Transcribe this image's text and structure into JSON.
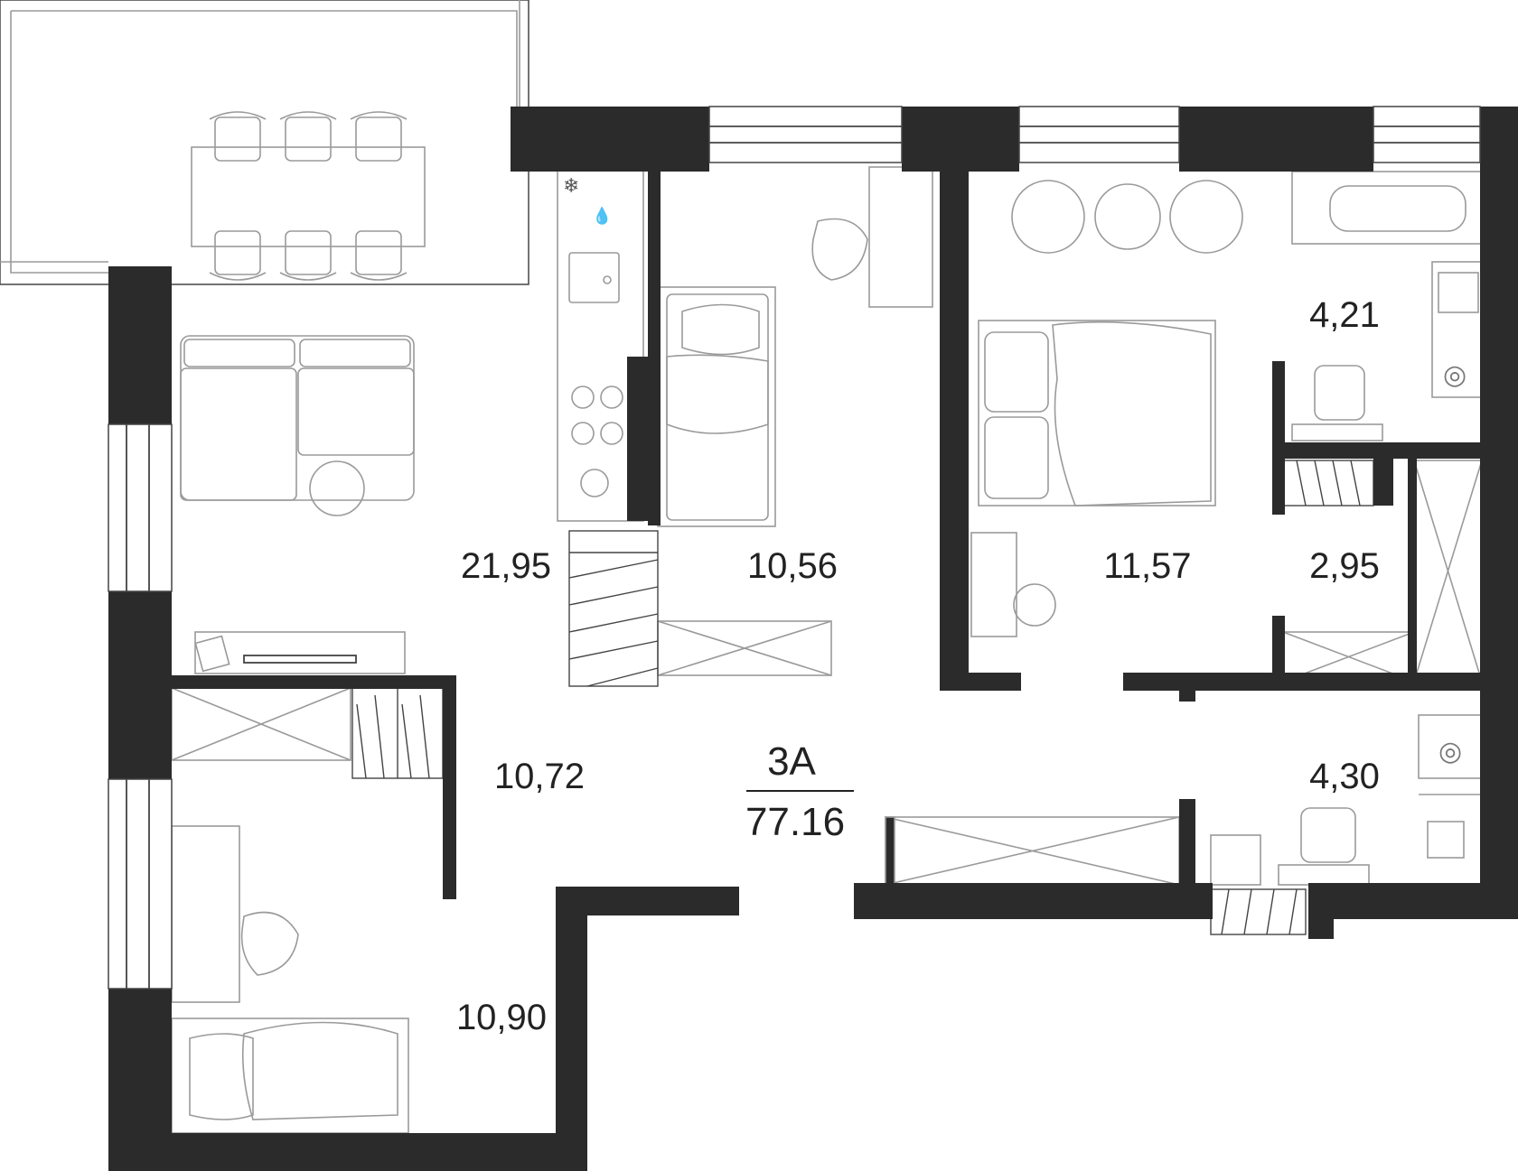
{
  "apartment": {
    "type": "3А",
    "total_area": "77.16"
  },
  "rooms": [
    {
      "id": "living",
      "area": "21,95"
    },
    {
      "id": "bedroom-1",
      "area": "10,56"
    },
    {
      "id": "bedroom-2",
      "area": "11,57"
    },
    {
      "id": "bathroom-1",
      "area": "4,21"
    },
    {
      "id": "wardrobe",
      "area": "2,95"
    },
    {
      "id": "hall",
      "area": "10,72"
    },
    {
      "id": "bathroom-2",
      "area": "4,30"
    },
    {
      "id": "bedroom-3",
      "area": "10,90"
    }
  ],
  "colors": {
    "wall": "#2b2b2b",
    "furniture": "#9a9a9a",
    "text": "#222222"
  },
  "icons": [
    "snowflake-icon",
    "water-drops-icon",
    "spiral-washer-icon"
  ]
}
